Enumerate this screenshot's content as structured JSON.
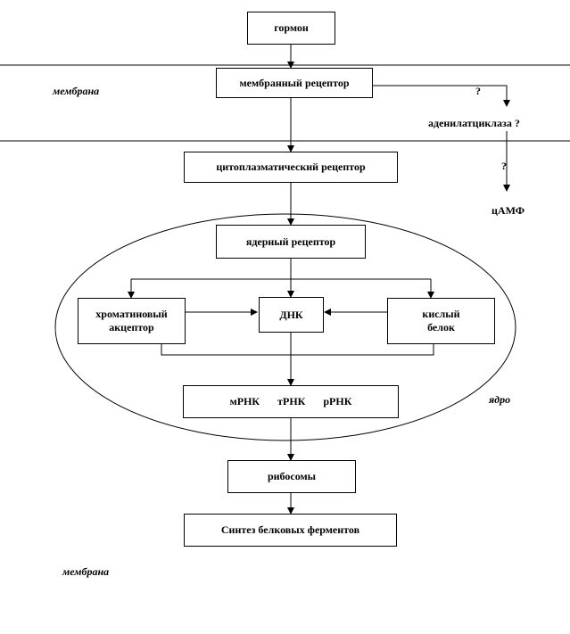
{
  "nodes": {
    "hormone": "гормон",
    "membrane_receptor": "мембранный рецептор",
    "cytoplasmic_receptor": "цитоплазматический рецептор",
    "nuclear_receptor": "ядерный рецептор",
    "chromatin_acceptor_line1": "хроматиновый",
    "chromatin_acceptor_line2": "акцептор",
    "dna": "ДНК",
    "acidic_protein_line1": "кислый",
    "acidic_protein_line2": "белок",
    "mrna": "мРНК",
    "trna": "тРНК",
    "rrna": "рРНК",
    "ribosomes": "рибосомы",
    "protein_synthesis": "Синтез белковых ферментов"
  },
  "labels": {
    "membrane_top": "мембрана",
    "membrane_bottom": "мембрана",
    "nucleus": "ядро",
    "question_1": "?",
    "adenylate_cyclase": "аденилатциклаза ?",
    "question_2": "?",
    "camp": "цАМФ"
  }
}
